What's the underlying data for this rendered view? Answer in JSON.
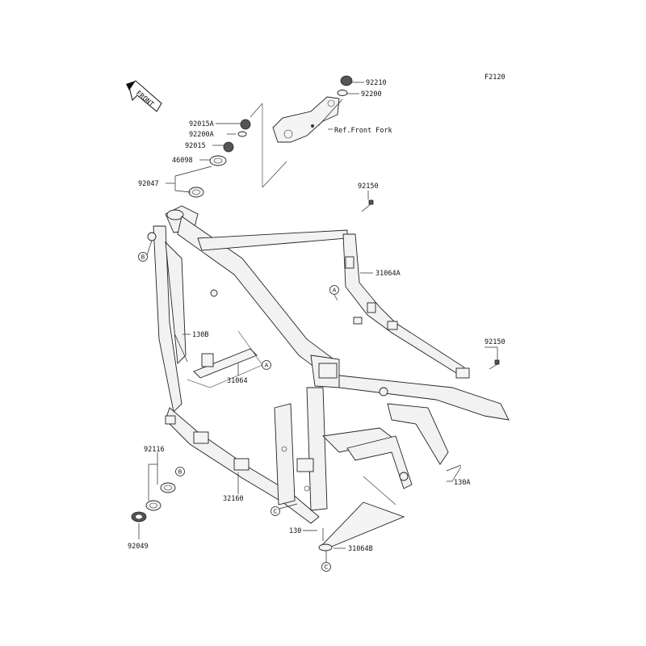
{
  "figure_code": "F2120",
  "front_label": "FRONT",
  "reference_text": "Ref.Front Fork",
  "part_labels": {
    "p92210": "92210",
    "p92200": "92200",
    "p92015A": "92015A",
    "p92200A": "92200A",
    "p92015": "92015",
    "p46098": "46098",
    "p92047": "92047",
    "p92150_top": "92150",
    "p31064A": "31064A",
    "p130B": "130B",
    "p31064": "31064",
    "p92150_right": "92150",
    "p92116": "92116",
    "p92049": "92049",
    "p32160": "32160",
    "p130A": "130A",
    "p130": "130",
    "p31064B": "31064B"
  },
  "callouts": {
    "a1": "A",
    "a2": "A",
    "b1": "B",
    "b2": "B",
    "c1": "C",
    "c2": "C"
  }
}
